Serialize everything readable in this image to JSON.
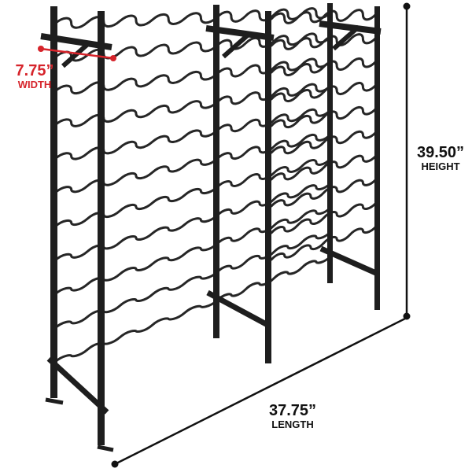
{
  "colors": {
    "frame": "#1e1e1e",
    "wire": "#262626",
    "accent_red": "#d6242b",
    "dimension_line": "#111111",
    "text_dark": "#111111"
  },
  "rack": {
    "rows_left_section": 11,
    "rows_middle_section": 11,
    "rows_right_section": 10
  },
  "dimensions": {
    "width": {
      "value": "7.75”",
      "label": "WIDTH"
    },
    "height": {
      "value": "39.50”",
      "label": "HEIGHT"
    },
    "length": {
      "value": "37.75”",
      "label": "LENGTH"
    }
  }
}
